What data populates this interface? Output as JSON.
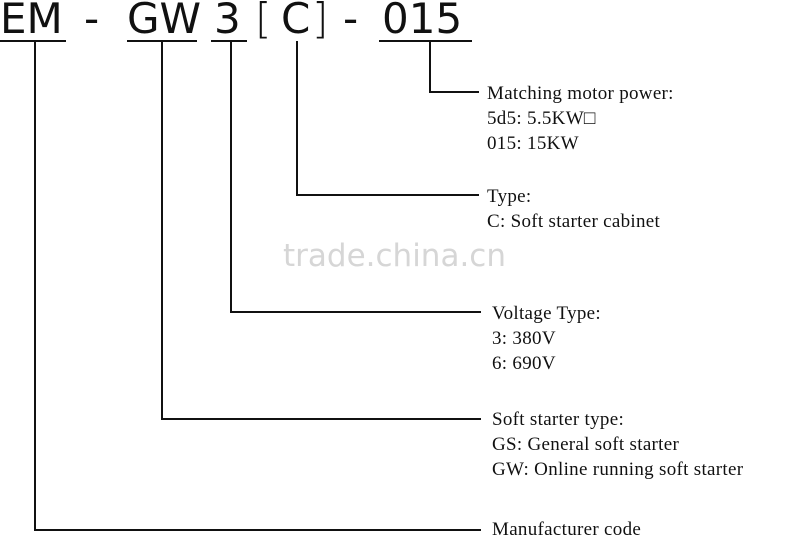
{
  "code": {
    "em": "EM",
    "dash1": "-",
    "gw": "GW",
    "three": "3",
    "lbracket": "[",
    "c": "C",
    "rbracket": "]",
    "dash2": "-",
    "num": "015"
  },
  "labels": {
    "motor_power": {
      "title": "Matching motor power:",
      "line1": "5d5: 5.5KW□",
      "line2": "015: 15KW"
    },
    "type": {
      "title": "Type:",
      "line1": "C: Soft starter cabinet"
    },
    "voltage": {
      "title": "Voltage Type:",
      "line1": "3: 380V",
      "line2": "6: 690V"
    },
    "soft_starter": {
      "title": "Soft starter type:",
      "line1": "GS: General soft starter",
      "line2": "GW: Online running soft starter"
    },
    "manufacturer": {
      "title": "Manufacturer code"
    }
  },
  "watermark": "trade.china.cn",
  "colors": {
    "ink": "#111111",
    "watermark": "#d6d6d6"
  }
}
